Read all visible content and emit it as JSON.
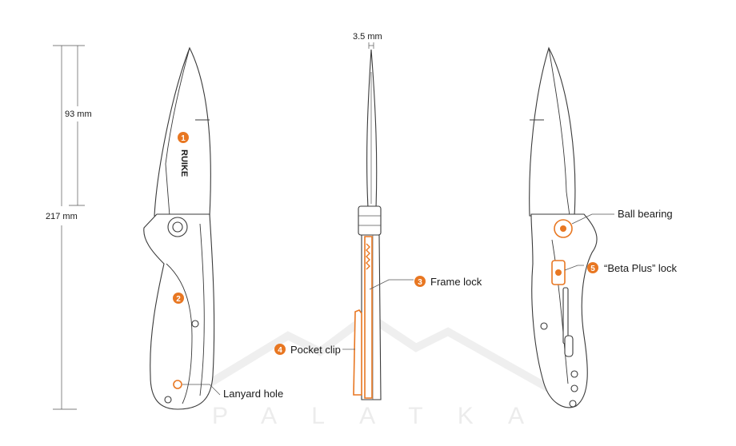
{
  "accent_color": "#e87722",
  "dimensions": {
    "blade_length": "93 mm",
    "overall_length": "217 mm",
    "blade_thickness": "3.5 mm"
  },
  "brand_mark": "RUIKE",
  "watermark": "PALATKA",
  "callouts": [
    {
      "number": "1"
    },
    {
      "number": "2"
    },
    {
      "number": "3",
      "label": "Frame lock"
    },
    {
      "number": "4",
      "label": "Pocket clip"
    },
    {
      "number": "5",
      "label": "“Beta Plus” lock"
    }
  ],
  "labels": {
    "lanyard_hole": "Lanyard hole",
    "ball_bearing": "Ball bearing"
  }
}
